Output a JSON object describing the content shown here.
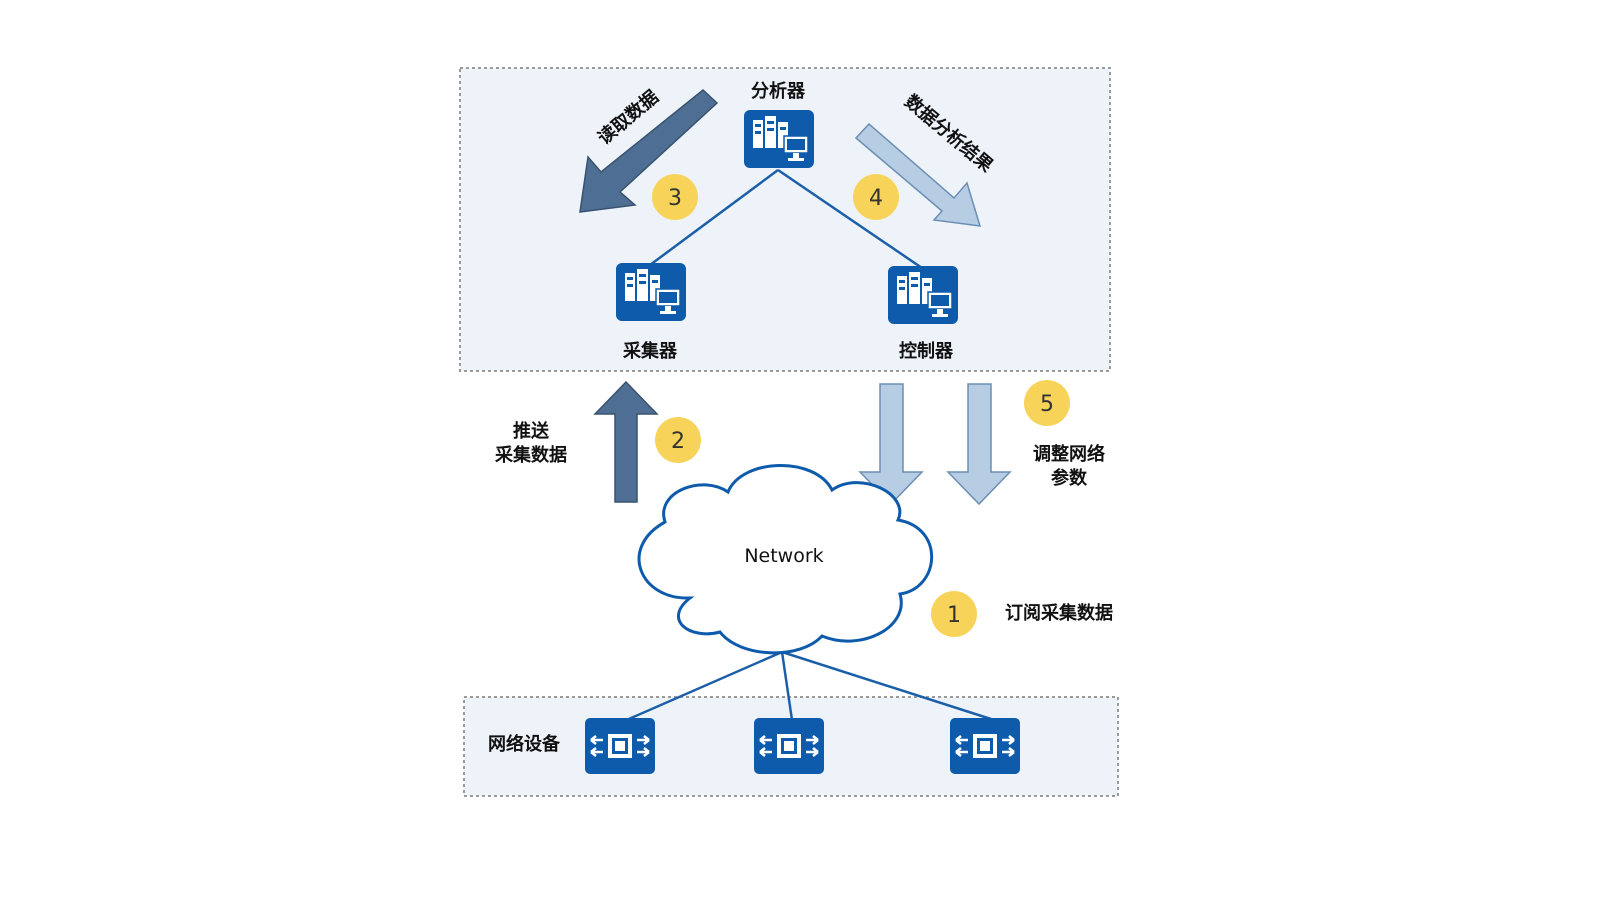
{
  "diagram": {
    "upper_group": {
      "analyzer_label": "分析器",
      "collector_label": "采集器",
      "controller_label": "控制器",
      "read_data_label": "读取数据",
      "analysis_result_label": "数据分析结果"
    },
    "push_label": {
      "line1": "推送",
      "line2": "采集数据"
    },
    "adjust_label": {
      "line1": "调整网络",
      "line2": "参数"
    },
    "subscribe_label": "订阅采集数据",
    "network_label": "Network",
    "devices_label": "网络设备",
    "steps": {
      "s1": "1",
      "s2": "2",
      "s3": "3",
      "s4": "4",
      "s5": "5"
    }
  },
  "colors": {
    "box_fill": "#eef3fa",
    "box_border": "#9a9a9a",
    "dark_arrow": "#4e6e93",
    "light_arrow": "#b7cde4",
    "arrow_stroke": "#39536f",
    "node_blue": "#0e5bab",
    "link_line": "#1b5fa8",
    "badge": "#f7d35a"
  }
}
